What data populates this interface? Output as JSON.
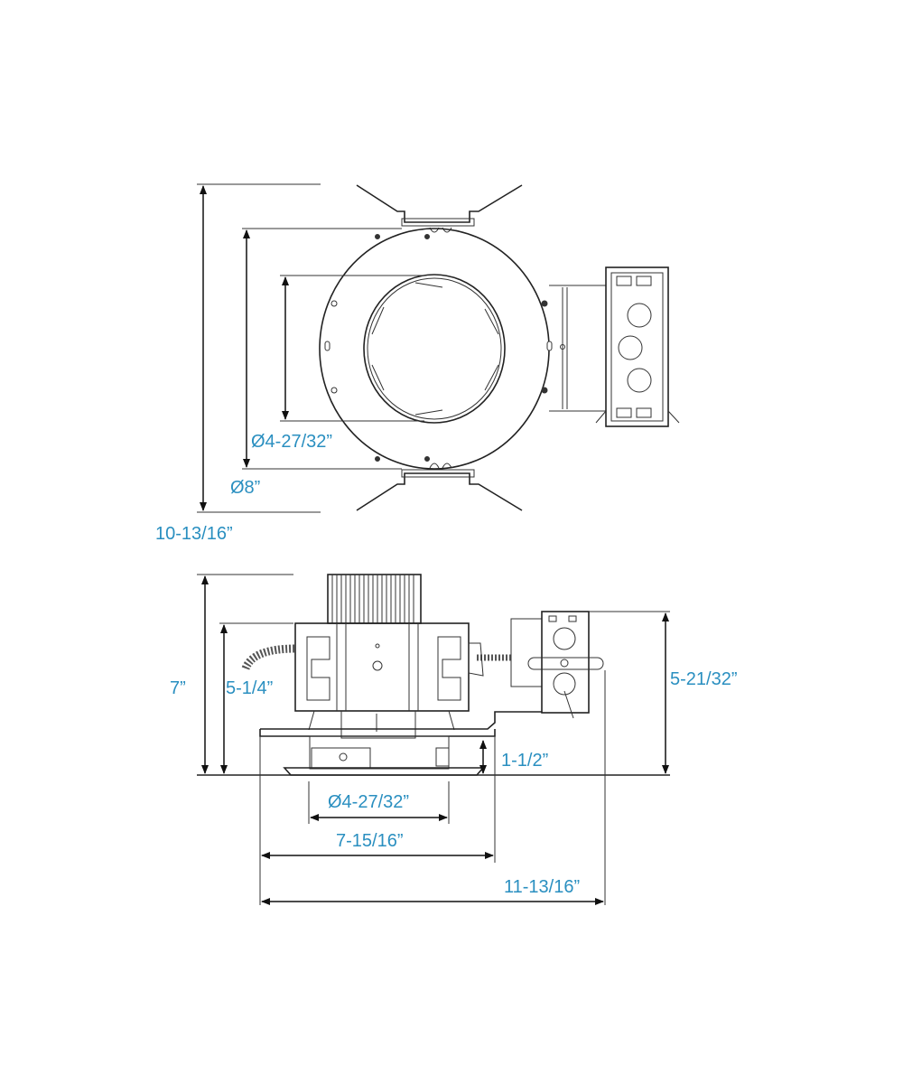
{
  "colors": {
    "dimension_text": "#2a8fc0",
    "linework": "#222222"
  },
  "top_view": {
    "overall_height": "10-13/16”",
    "outer_diameter": "Ø8”",
    "aperture_diameter": "Ø4-27/32”"
  },
  "side_view": {
    "overall_height": "7”",
    "housing_height": "5-1/4”",
    "junction_box_height": "5-21/32”",
    "trim_depth": "1-1/2”",
    "aperture_diameter": "Ø4-27/32”",
    "plate_width": "7-15/16”",
    "overall_width": "11-13/16”"
  }
}
